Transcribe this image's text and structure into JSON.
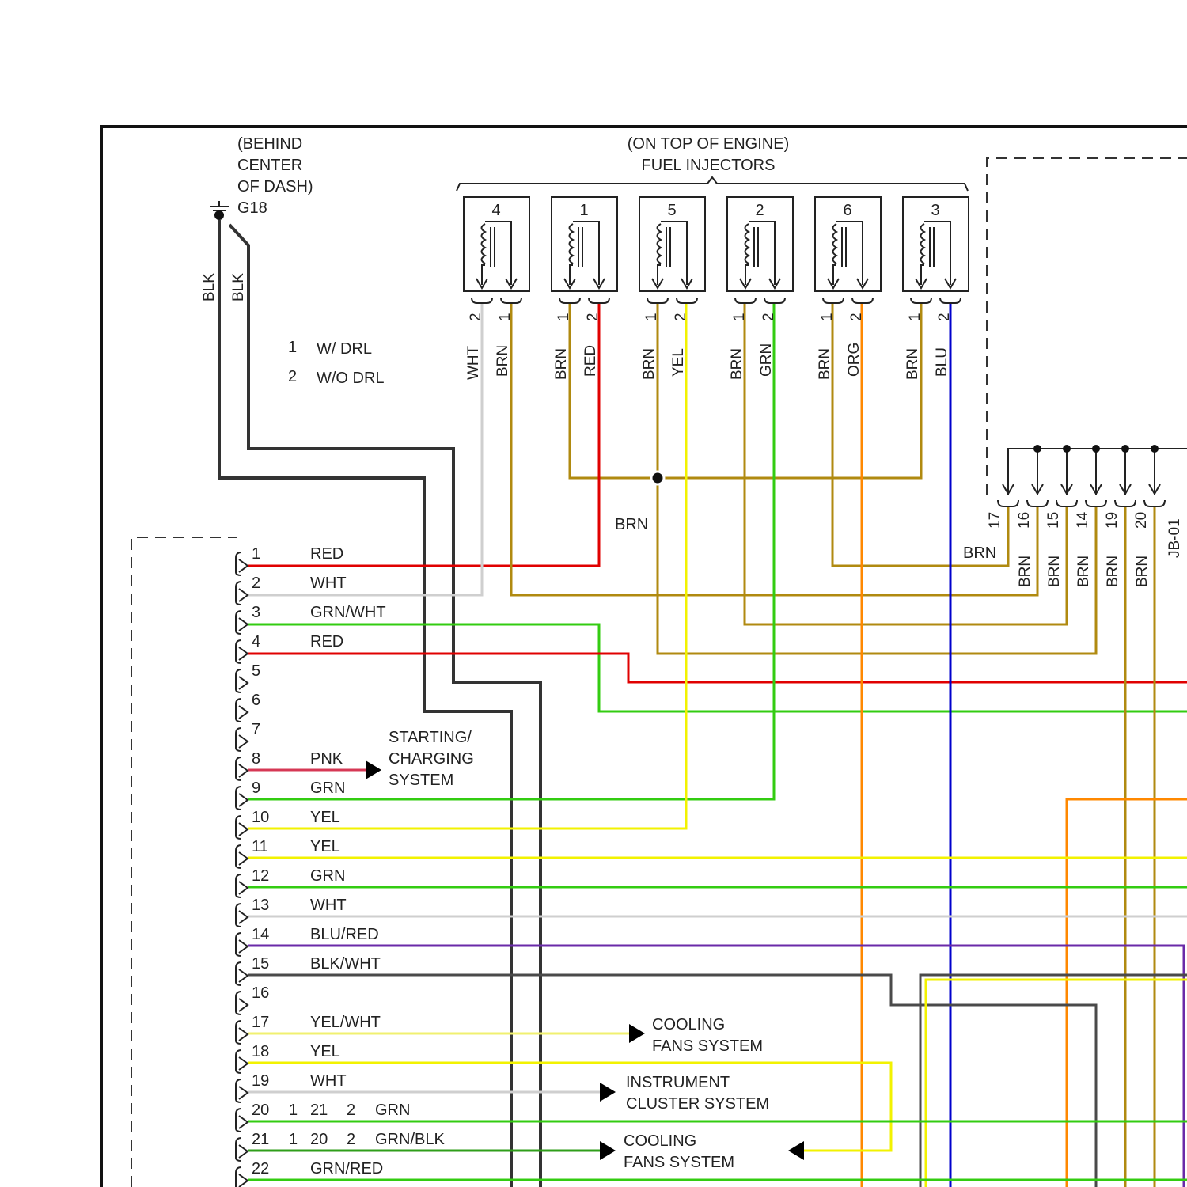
{
  "colors": {
    "red": "#e00000",
    "wht": "#cfcfcf",
    "grn": "#33cc11",
    "yel": "#f2f200",
    "brn": "#b08a10",
    "org": "#ff8800",
    "blu": "#0000cc",
    "blk": "#333333",
    "pnk": "#d63855",
    "blu_red": "#6a2aa8",
    "yel_wht": "#f0f070",
    "grn_blk": "#2f9e1a"
  },
  "ground": {
    "location": [
      "(BEHIND",
      "CENTER",
      "OF DASH)"
    ],
    "id": "G18",
    "wire_labels": [
      "BLK",
      "BLK"
    ]
  },
  "injectors": {
    "location": "(ON TOP OF ENGINE)",
    "title": "FUEL INJECTORS",
    "items": [
      {
        "num": "4",
        "pins": [
          "2",
          "1"
        ],
        "wires": [
          "WHT",
          "BRN"
        ]
      },
      {
        "num": "1",
        "pins": [
          "1",
          "2"
        ],
        "wires": [
          "BRN",
          "RED"
        ]
      },
      {
        "num": "5",
        "pins": [
          "1",
          "2"
        ],
        "wires": [
          "BRN",
          "YEL"
        ]
      },
      {
        "num": "2",
        "pins": [
          "1",
          "2"
        ],
        "wires": [
          "BRN",
          "GRN"
        ]
      },
      {
        "num": "6",
        "pins": [
          "1",
          "2"
        ],
        "wires": [
          "BRN",
          "ORG"
        ]
      },
      {
        "num": "3",
        "pins": [
          "1",
          "2"
        ],
        "wires": [
          "BRN",
          "BLU"
        ]
      }
    ]
  },
  "notes": [
    {
      "num": "1",
      "text": "W/ DRL"
    },
    {
      "num": "2",
      "text": "W/O DRL"
    }
  ],
  "splice_label": "BRN",
  "junction_block": {
    "id": "JB-01",
    "brn_label": "BRN",
    "pins": [
      {
        "num": "17",
        "wire": ""
      },
      {
        "num": "16",
        "wire": "BRN"
      },
      {
        "num": "15",
        "wire": "BRN"
      },
      {
        "num": "14",
        "wire": "BRN"
      },
      {
        "num": "19",
        "wire": "BRN"
      },
      {
        "num": "20",
        "wire": "BRN"
      }
    ]
  },
  "connector_pins": [
    {
      "num": "1",
      "wire": "RED"
    },
    {
      "num": "2",
      "wire": "WHT"
    },
    {
      "num": "3",
      "wire": "GRN/WHT"
    },
    {
      "num": "4",
      "wire": "RED"
    },
    {
      "num": "5",
      "wire": ""
    },
    {
      "num": "6",
      "wire": ""
    },
    {
      "num": "7",
      "wire": ""
    },
    {
      "num": "8",
      "wire": "PNK"
    },
    {
      "num": "9",
      "wire": "GRN"
    },
    {
      "num": "10",
      "wire": "YEL"
    },
    {
      "num": "11",
      "wire": "YEL"
    },
    {
      "num": "12",
      "wire": "GRN"
    },
    {
      "num": "13",
      "wire": "WHT"
    },
    {
      "num": "14",
      "wire": "BLU/RED"
    },
    {
      "num": "15",
      "wire": "BLK/WHT"
    },
    {
      "num": "16",
      "wire": ""
    },
    {
      "num": "17",
      "wire": "YEL/WHT"
    },
    {
      "num": "18",
      "wire": "YEL"
    },
    {
      "num": "19",
      "wire": "WHT"
    },
    {
      "num": "20",
      "wire": "GRN",
      "alt": [
        "1",
        "21",
        "2"
      ]
    },
    {
      "num": "21",
      "wire": "GRN/BLK",
      "alt": [
        "1",
        "20",
        "2"
      ]
    },
    {
      "num": "22",
      "wire": "GRN/RED"
    }
  ],
  "systems": {
    "starting_charging": [
      "STARTING/",
      "CHARGING",
      "SYSTEM"
    ],
    "cooling_fans_1": [
      "COOLING",
      "FANS SYSTEM"
    ],
    "instrument_cluster": [
      "INSTRUMENT",
      "CLUSTER SYSTEM"
    ],
    "cooling_fans_2": [
      "COOLING",
      "FANS SYSTEM"
    ]
  }
}
